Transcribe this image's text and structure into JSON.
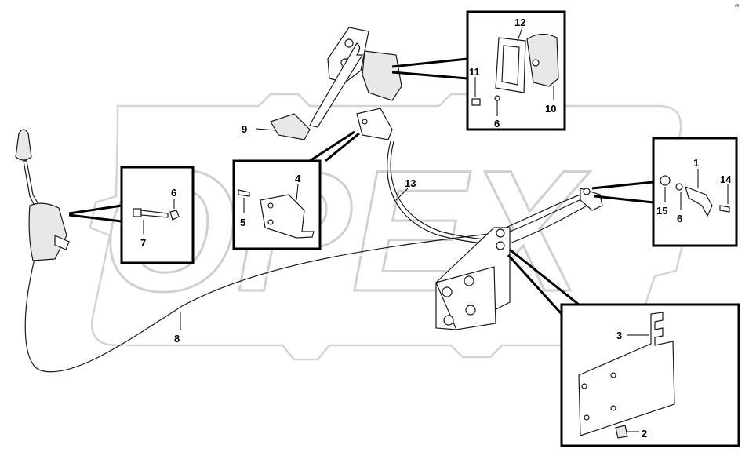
{
  "corner_code": "r/ll",
  "watermark": "OPEX",
  "callouts": [
    {
      "id": "c1",
      "label": "1"
    },
    {
      "id": "c2",
      "label": "2"
    },
    {
      "id": "c3",
      "label": "3"
    },
    {
      "id": "c4",
      "label": "4"
    },
    {
      "id": "c5",
      "label": "5"
    },
    {
      "id": "c6a",
      "label": "6"
    },
    {
      "id": "c6b",
      "label": "6"
    },
    {
      "id": "c6c",
      "label": "6"
    },
    {
      "id": "c7",
      "label": "7"
    },
    {
      "id": "c8",
      "label": "8"
    },
    {
      "id": "c9",
      "label": "9"
    },
    {
      "id": "c10",
      "label": "10"
    },
    {
      "id": "c11",
      "label": "11"
    },
    {
      "id": "c12",
      "label": "12"
    },
    {
      "id": "c13",
      "label": "13"
    },
    {
      "id": "c14",
      "label": "14"
    },
    {
      "id": "c15",
      "label": "15"
    }
  ]
}
